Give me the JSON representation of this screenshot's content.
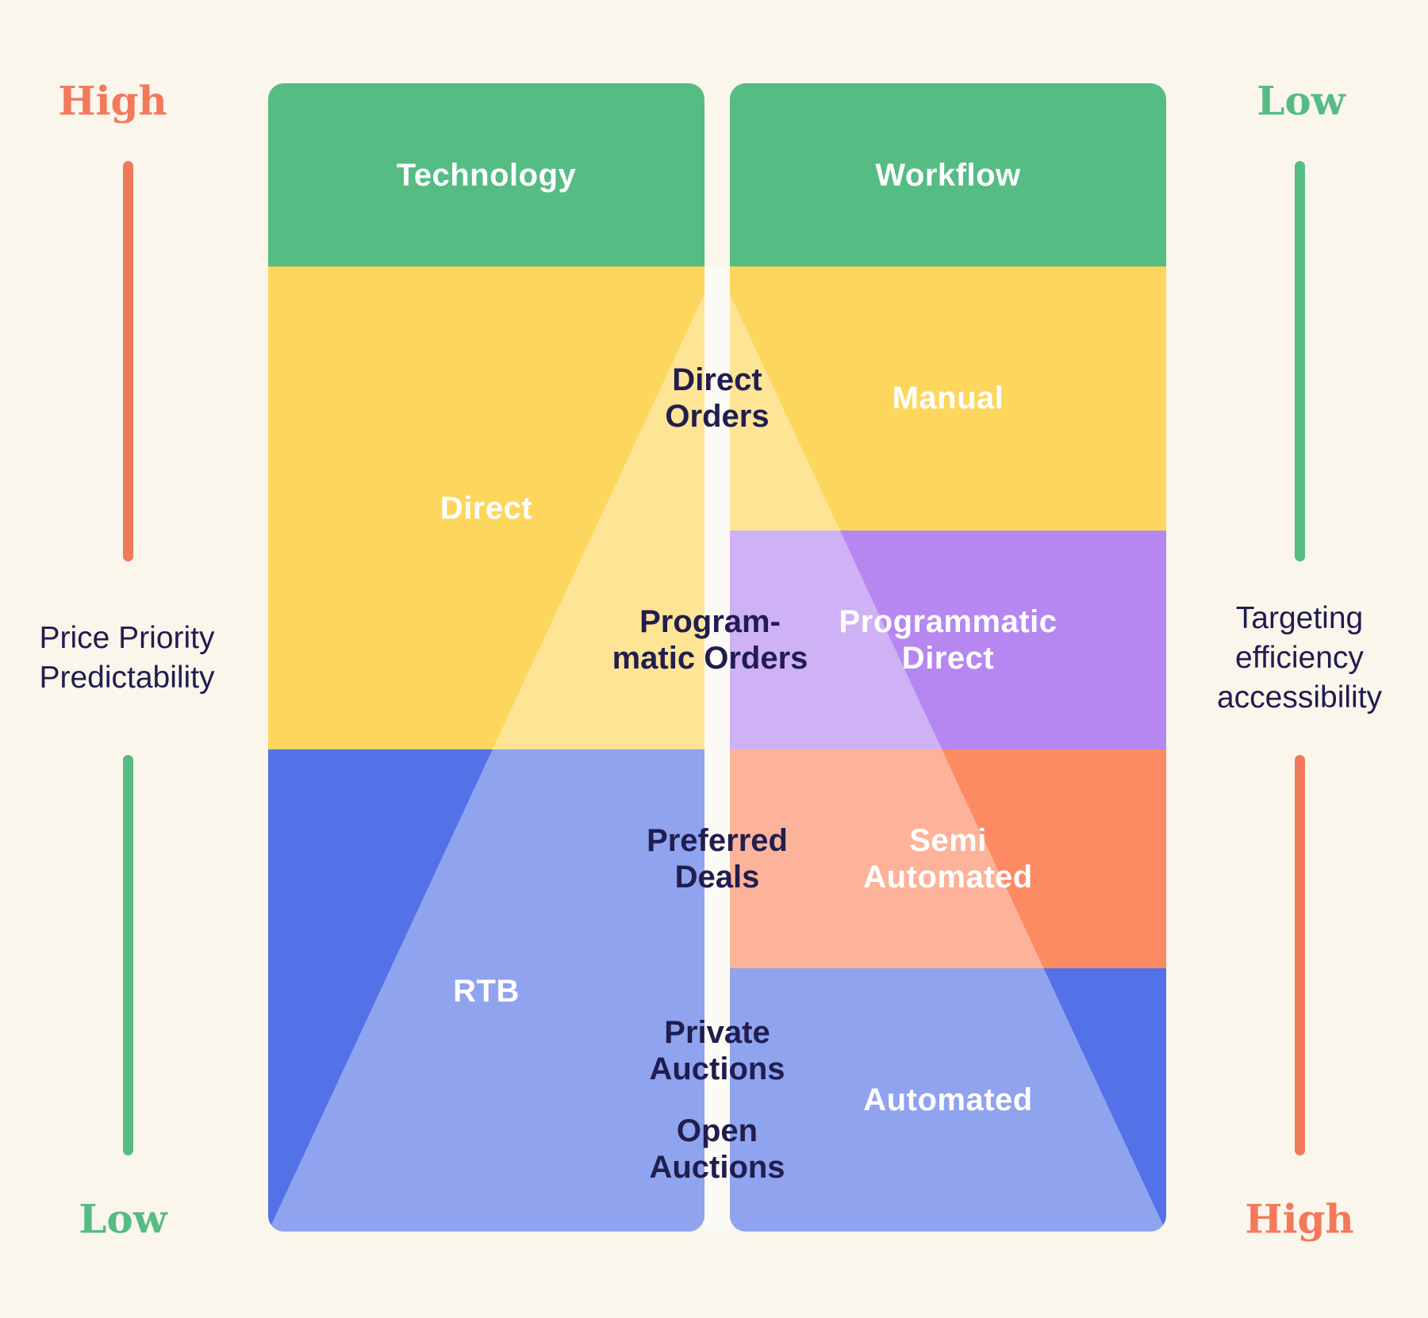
{
  "left_axis": {
    "top_label": "High",
    "bottom_label": "Low",
    "description_line1": "Price Priority",
    "description_line2": "Predictability",
    "top_color": "#F2795A",
    "bottom_color": "#55BC84"
  },
  "right_axis": {
    "top_label": "Low",
    "bottom_label": "High",
    "description_line1": "Targeting",
    "description_line2": "efficiency",
    "description_line3": "accessibility",
    "top_color": "#55BC84",
    "bottom_color": "#F2795A"
  },
  "technology_column": {
    "header": "Technology",
    "segments": [
      {
        "label": "Direct",
        "color": "#FDD65D"
      },
      {
        "label": "RTB",
        "color": "#5472E7"
      }
    ]
  },
  "workflow_column": {
    "header": "Workflow",
    "segments": [
      {
        "label": "Manual",
        "color": "#FDD65D"
      },
      {
        "label_line1": "Programmatic",
        "label_line2": "Direct",
        "color": "#B687F1"
      },
      {
        "label_line1": "Semi",
        "label_line2": "Automated",
        "color": "#FC8A63"
      },
      {
        "label": "Automated",
        "color": "#5472E7"
      }
    ]
  },
  "funnel_labels": {
    "direct_orders": {
      "line1": "Direct",
      "line2": "Orders"
    },
    "programmatic_orders": {
      "line1": "Program-",
      "line2": "matic Orders"
    },
    "preferred_deals": {
      "line1": "Preferred",
      "line2": "Deals"
    },
    "private_auctions": {
      "line1": "Private",
      "line2": "Auctions"
    },
    "open_auctions": {
      "line1": "Open",
      "line2": "Auctions"
    }
  },
  "colors": {
    "background": "#FAF6EB",
    "header_green": "#55BC84",
    "yellow": "#FDD65D",
    "blue": "#5472E7",
    "purple": "#B687F1",
    "orange": "#FC8A63",
    "accent_orange": "#F2795A",
    "accent_green": "#55BC84",
    "dark_text": "#211D4F",
    "funnel_overlay": "rgba(255,255,255,0.35)"
  }
}
